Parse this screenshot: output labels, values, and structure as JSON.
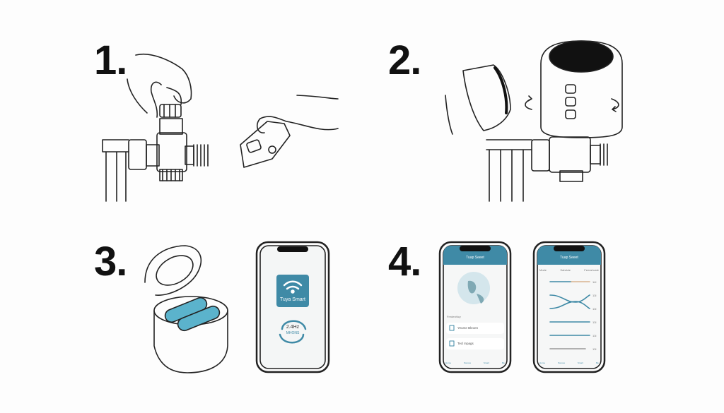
{
  "steps": [
    {
      "number": "1."
    },
    {
      "number": "2."
    },
    {
      "number": "3."
    },
    {
      "number": "4."
    }
  ],
  "step3_phone": {
    "app_name": "Tuya Smart",
    "band_line1": "2.4Hz",
    "band_line2": "MHONS",
    "icons": [
      "wifi-icon",
      "sync-arrows-icon"
    ]
  },
  "step4_phone_left": {
    "title": "Tuap Seeet",
    "section_label": "Fredenhlcy",
    "items": [
      "Yeume Bleoen",
      "Tecl Inpags"
    ],
    "nav": [
      "Home",
      "Scenes",
      "Smart",
      "Me"
    ]
  },
  "step4_phone_right": {
    "title": "Tuap Seeet",
    "tabs": [
      "Mode",
      "Sahdule",
      "Feenshusle"
    ],
    "rows": [
      "14l",
      "13l",
      "13l",
      "13l",
      "13l",
      "13l"
    ],
    "nav": [
      "Home",
      "Scenes",
      "Smart",
      "Me"
    ]
  },
  "colors": {
    "accent": "#3f8aa6",
    "accent_light": "#d4e6ec",
    "ink": "#111111",
    "battery": "#5bb3cc"
  }
}
